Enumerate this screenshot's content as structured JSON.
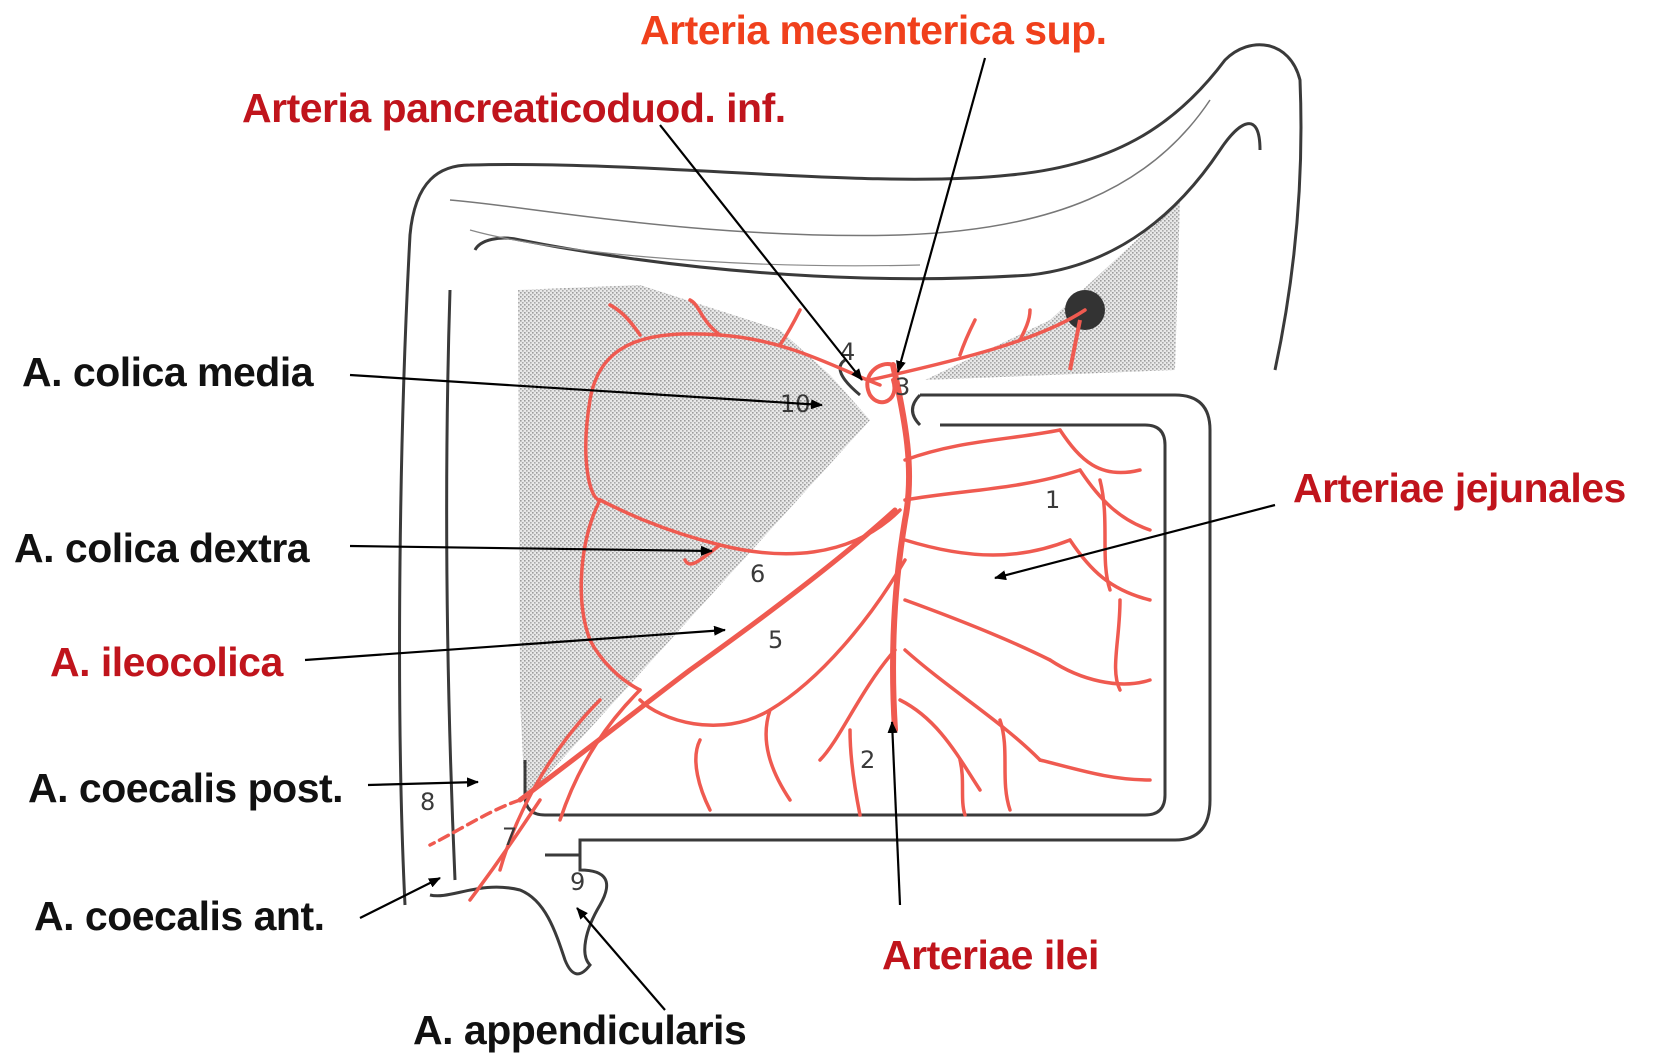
{
  "colors": {
    "label_black": "#111111",
    "label_red": "#c0141c",
    "label_orange": "#f0401c",
    "artery": "#ef5a50",
    "outline": "#3a3a3a"
  },
  "labels": {
    "mesenterica_sup": "Arteria mesenterica sup.",
    "pancreaticoduod": "Arteria pancreaticoduod. inf.",
    "colica_media": "A. colica media",
    "colica_dextra": "A. colica dextra",
    "ileocolica": "A. ileocolica",
    "coecalis_post": "A. coecalis post.",
    "coecalis_ant": "A. coecalis ant.",
    "appendicularis": "A. appendicularis",
    "jejunales": "Arteriae jejunales",
    "ilei": "Arteriae ilei"
  },
  "numbers": [
    "1",
    "2",
    "3",
    "4",
    "5",
    "6",
    "7",
    "8",
    "9",
    "10"
  ]
}
